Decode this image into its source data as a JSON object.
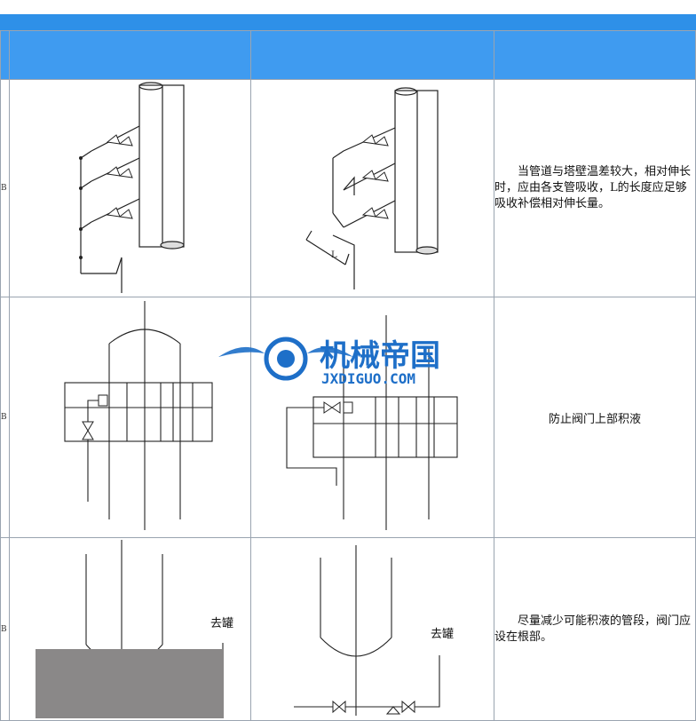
{
  "watermark": {
    "title": "机械帝国",
    "subtitle": "JXDIGUO.COM"
  },
  "rows": [
    {
      "edge_label": "B",
      "note": "当管道与塔壁温差较大，相对伸长时，应由各支管吸收，L的长度应足够吸收补偿相对伸长量。",
      "dimension_label": "L"
    },
    {
      "edge_label": "B",
      "note": "防止阀门上部积液"
    },
    {
      "edge_label": "B",
      "note": "尽量减少可能积液的管段，阀门应设在根部。",
      "left_tag": "去罐",
      "right_tag": "去罐"
    }
  ],
  "colors": {
    "header_blue": "#3f9bf0",
    "top_bar_blue": "#2e90e8",
    "watermark_blue": "#1e6fc8"
  }
}
